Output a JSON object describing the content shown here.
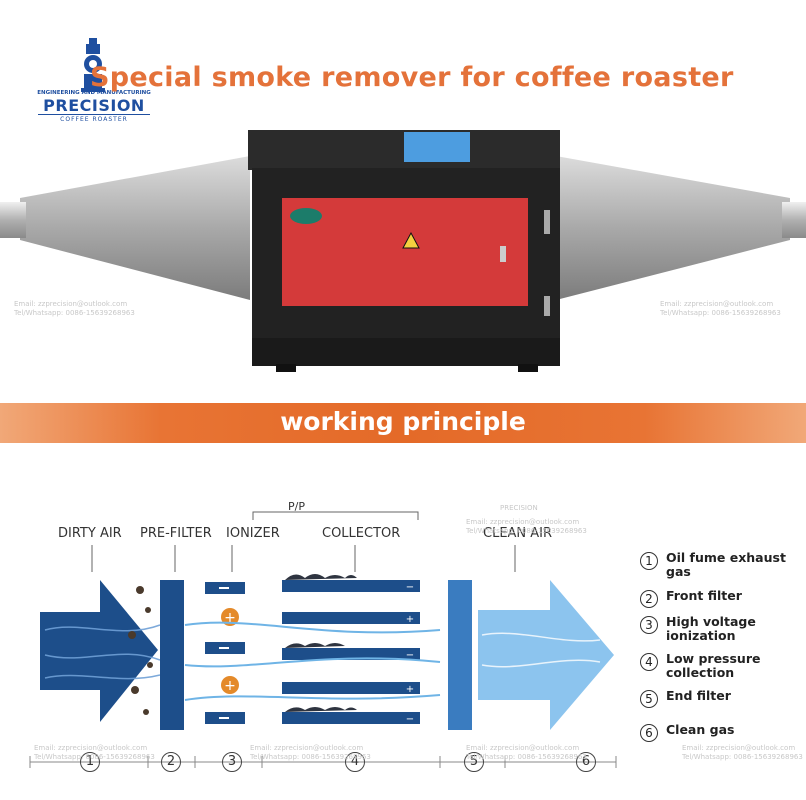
{
  "header": {
    "logo_tagline": "ENGINEERING AND MANUFACTURING",
    "logo_name": "PRECISION",
    "logo_subtitle": "COFFEE ROASTER",
    "title": "Special smoke remover for coffee roaster"
  },
  "banner": {
    "text": "working principle"
  },
  "diagram": {
    "labels": {
      "dirty_air": "DIRTY AIR",
      "pre_filter": "PRE-FILTER",
      "ionizer": "IONIZER",
      "collector": "COLLECTOR",
      "clean_air": "CLEAN AIR",
      "pp": "P/P"
    },
    "stages": [
      "1",
      "2",
      "3",
      "4",
      "5",
      "6"
    ],
    "legend": [
      {
        "num": "1",
        "text": "Oil fume exhaust gas"
      },
      {
        "num": "2",
        "text": "Front filter"
      },
      {
        "num": "3",
        "text": "High voltage ionization"
      },
      {
        "num": "4",
        "text": "Low pressure collection"
      },
      {
        "num": "5",
        "text": "End filter"
      },
      {
        "num": "6",
        "text": "Clean gas"
      }
    ]
  },
  "watermark": {
    "brand": "PRECISION",
    "email": "Email: zzprecision@outlook.com",
    "phone": "Tel/Whatsapp: 0086-15639268963"
  },
  "colors": {
    "accent": "#e46a28",
    "brand_blue": "#1f4fa0",
    "duct_blue": "#1d4e8a",
    "clean_blue": "#6fb4e6",
    "unit_red": "#d43a3a"
  }
}
